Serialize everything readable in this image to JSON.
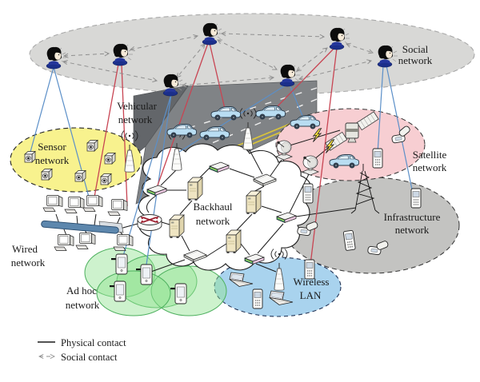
{
  "networks": {
    "social": {
      "lines": [
        "Social",
        "network"
      ],
      "fill": "#d8d8d6"
    },
    "vehicular": {
      "lines": [
        "Vehicular",
        "network"
      ],
      "fill": "#808386"
    },
    "sensor": {
      "lines": [
        "Sensor",
        "network"
      ],
      "fill": "#f8f28e"
    },
    "satellite": {
      "lines": [
        "Satellite",
        "network"
      ],
      "fill": "#f7ced2"
    },
    "infrastructure": {
      "lines": [
        "Infrastructure",
        "network"
      ],
      "fill": "#c3c3c1"
    },
    "backhaul": {
      "lines": [
        "Backhaul",
        "network"
      ],
      "fill": "#ffffff"
    },
    "wired": {
      "lines": [
        "Wired",
        "network"
      ],
      "fill": "#5d87ad"
    },
    "adhoc": {
      "lines": [
        "Ad hoc",
        "network"
      ],
      "fill": "rgba(144,226,144,0.45)"
    },
    "wlan": {
      "lines": [
        "Wireless",
        "LAN"
      ],
      "fill": "#a9d3ee"
    }
  },
  "legend": {
    "physical": "Physical contact",
    "social": "Social contact"
  },
  "colors": {
    "physical_line": "#1a1a1a",
    "social_dashed_line": "#8f8f8f",
    "person_link_blue": "#5b8fc8",
    "person_link_red": "#c84553",
    "road_yellow_line": "#d9c43a",
    "server_tan": "#efe5c2",
    "person_base_blue": "#1b2f8a"
  }
}
